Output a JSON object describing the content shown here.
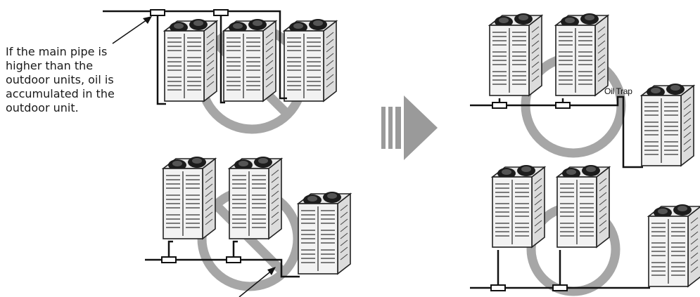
{
  "note": {
    "lines": [
      "If the main pipe is",
      "higher than the",
      "outdoor units, oil is",
      "accumulated in the",
      "outdoor unit."
    ]
  },
  "labels": {
    "oil_trap": "Oil Trap"
  },
  "colors": {
    "pipe": "#111111",
    "prohibit_circle": "#a6a6a6",
    "arrow": "#9a9a9a",
    "unit_body": "#f2f2f2",
    "unit_outline": "#222222",
    "fan": "#1c1c1c"
  },
  "icons": {
    "unit": "outdoor-unit-icon",
    "prohibit": "prohibit-icon",
    "arrow": "right-arrow-icon"
  }
}
